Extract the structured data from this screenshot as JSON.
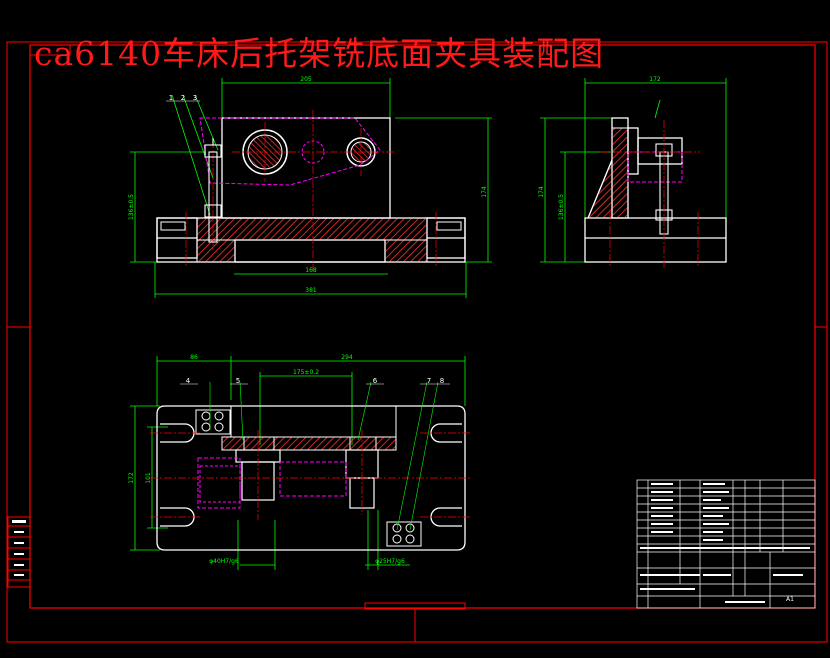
{
  "title": "ca6140车床后托架铣底面夹具装配图",
  "dimensions": {
    "front_top_width": "205",
    "front_inner": "168",
    "front_total": "381",
    "front_height": "174",
    "front_left_height": "136±0.5",
    "side_top": "172",
    "side_height": "174",
    "side_left": "136±0.5",
    "plan_left": "86",
    "plan_total": "294",
    "plan_center": "175±0.2",
    "plan_height_outer": "172",
    "plan_height_inner": "101",
    "bore_1": "φ40H7/g6",
    "bore_2": "φ25H7/g6"
  },
  "balloons": [
    "1",
    "2",
    "3",
    "4",
    "5",
    "6",
    "7",
    "8"
  ],
  "colors": {
    "frame": "#ff0000",
    "outline": "#ffffff",
    "dimension": "#00ff00",
    "workpiece": "#ff00ff",
    "hatch": "#ff3333",
    "centerline": "#ff0000"
  },
  "title_block": {
    "sheet_label": "A1"
  }
}
